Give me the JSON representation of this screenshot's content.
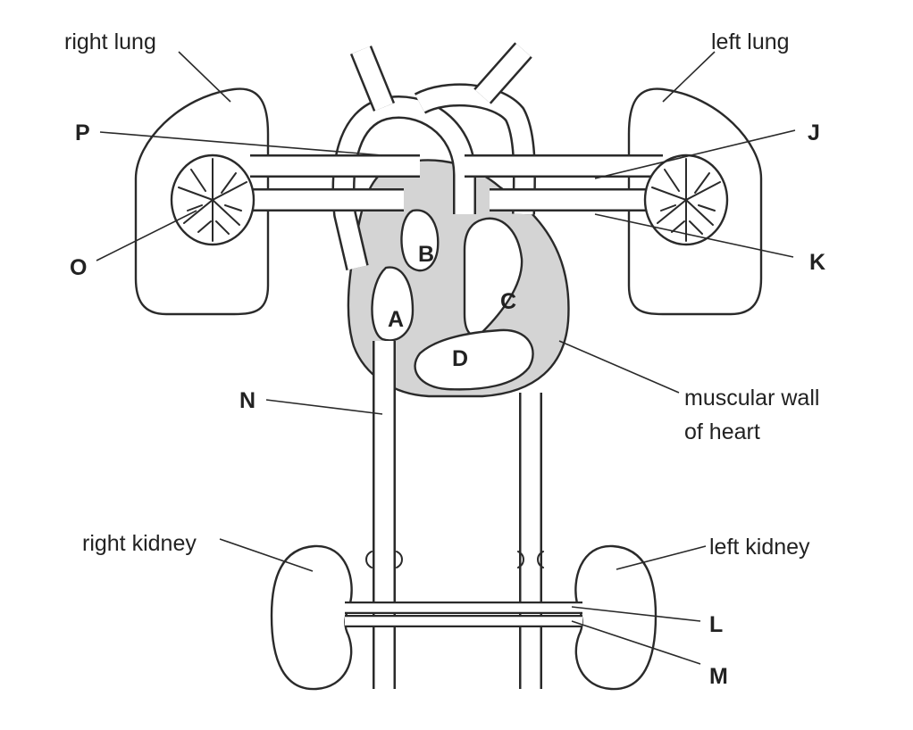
{
  "labels": {
    "right_lung": "right lung",
    "left_lung": "left lung",
    "right_kidney": "right kidney",
    "left_kidney": "left kidney",
    "muscular_wall_line1": "muscular wall",
    "muscular_wall_line2": "of heart"
  },
  "letters": {
    "A": "A",
    "B": "B",
    "C": "C",
    "D": "D",
    "J": "J",
    "K": "K",
    "L": "L",
    "M": "M",
    "N": "N",
    "O": "O",
    "P": "P"
  },
  "colors": {
    "outline": "#2a2a2a",
    "muscle_fill": "#d4d4d4",
    "background": "#ffffff"
  }
}
